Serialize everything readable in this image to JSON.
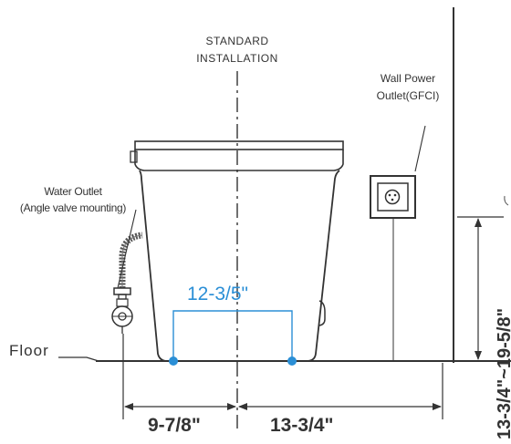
{
  "labels": {
    "standard_line1": "STANDARD",
    "standard_line2": "INSTALLATION",
    "wall_power_line1": "Wall Power",
    "wall_power_line2": "Outlet(GFCI)",
    "water_outlet_line1": "Water Outlet",
    "water_outlet_line2": "(Angle valve mounting)",
    "floor": "Floor"
  },
  "dimensions": {
    "blue_width": "12-3/5\"",
    "left_offset": "9-7/8\"",
    "right_offset": "13-3/4\"",
    "outlet_height": "13-3/4\"~19-5/8\""
  },
  "colors": {
    "line": "#333333",
    "accent": "#2b8fd6"
  }
}
